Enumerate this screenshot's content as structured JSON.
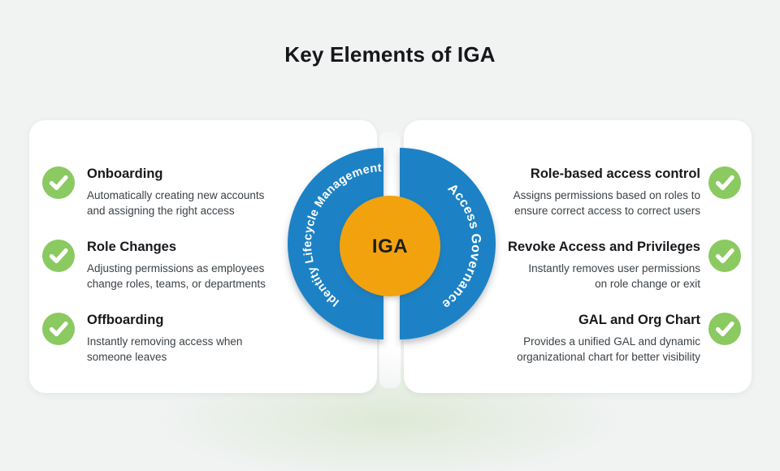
{
  "title": "Key Elements of IGA",
  "colors": {
    "background": "#f1f3f3",
    "card": "#ffffff",
    "ring_blue": "#1f82c5",
    "center_orange": "#f2a20d",
    "check_green": "#8bc961",
    "heading_text": "#17191c",
    "body_text": "#3c4247"
  },
  "center_diagram": {
    "core_label": "IGA",
    "left_arc_label": "Identity Lifecycle Management",
    "right_arc_label": "Access Governance"
  },
  "left_card": {
    "items": [
      {
        "heading": "Onboarding",
        "lines": [
          "Automatically creating new accounts",
          "and assigning the right access"
        ]
      },
      {
        "heading": "Role Changes",
        "lines": [
          "Adjusting permissions as employees",
          "change roles, teams, or departments"
        ]
      },
      {
        "heading": "Offboarding",
        "lines": [
          "Instantly removing access when",
          "someone leaves"
        ]
      }
    ]
  },
  "right_card": {
    "items": [
      {
        "heading": "Role-based access control",
        "lines": [
          "Assigns permissions based on roles to",
          "ensure correct access to correct users"
        ]
      },
      {
        "heading": "Revoke Access and Privileges",
        "lines": [
          "Instantly removes user permissions",
          "on role change or exit"
        ]
      },
      {
        "heading": "GAL and Org Chart",
        "lines": [
          "Provides a unified GAL and dynamic",
          "organizational chart for better visibility"
        ]
      }
    ]
  }
}
